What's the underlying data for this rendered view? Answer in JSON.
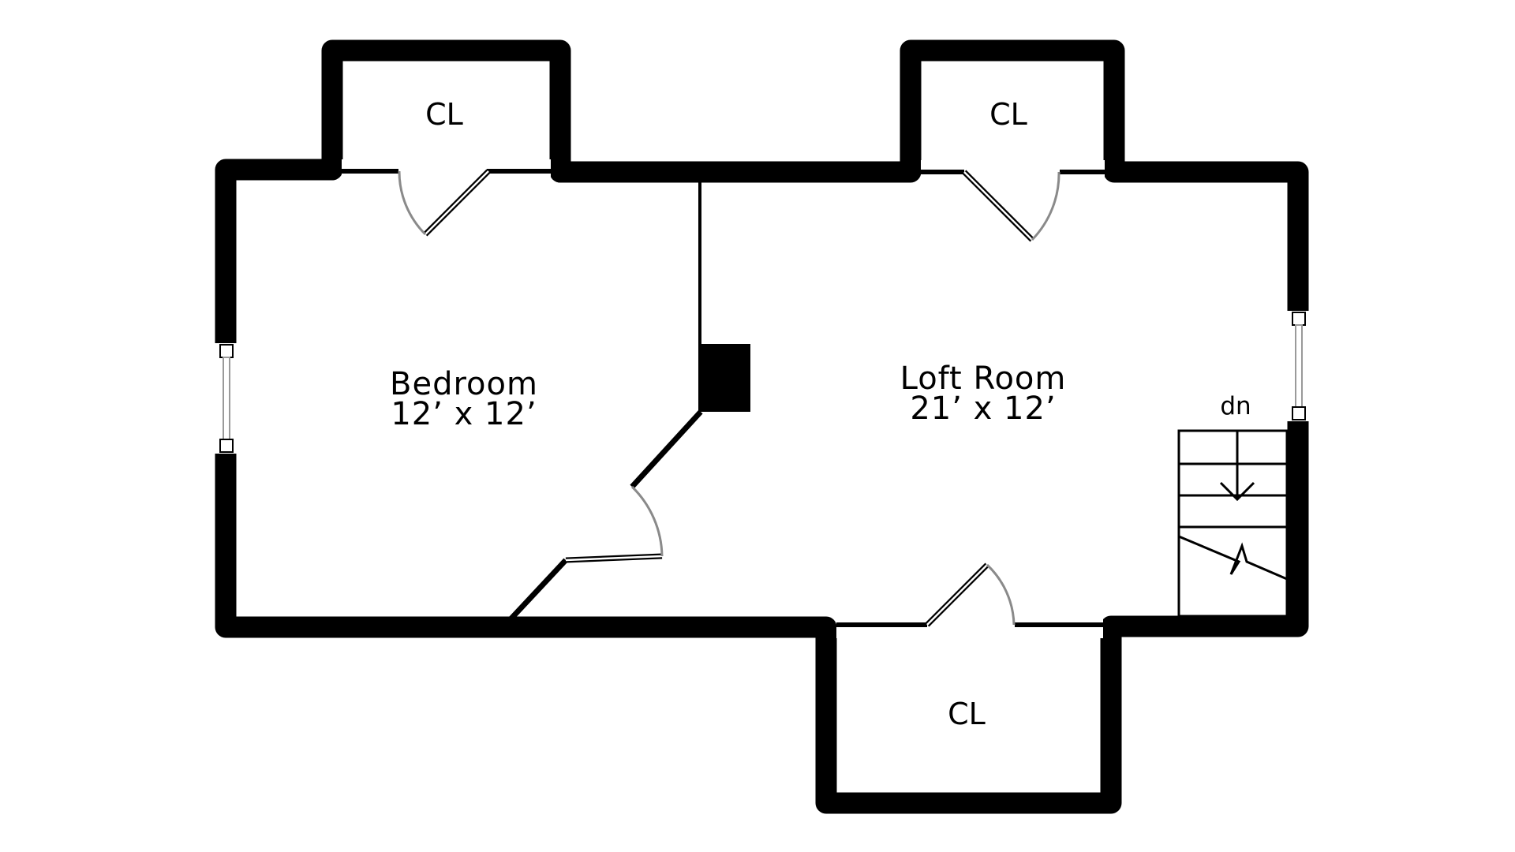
{
  "rooms": {
    "bedroom": {
      "name": "Bedroom",
      "dimensions": "12’ x 12’"
    },
    "loft": {
      "name": "Loft Room",
      "dimensions": "21’ x 12’"
    },
    "closet_top_left": {
      "name": "CL"
    },
    "closet_top_right": {
      "name": "CL"
    },
    "closet_bottom": {
      "name": "CL"
    }
  },
  "stairs": {
    "label": "dn"
  },
  "colors": {
    "wall": "#000000",
    "background": "#ffffff",
    "door_swing": "#8a8a8a"
  }
}
